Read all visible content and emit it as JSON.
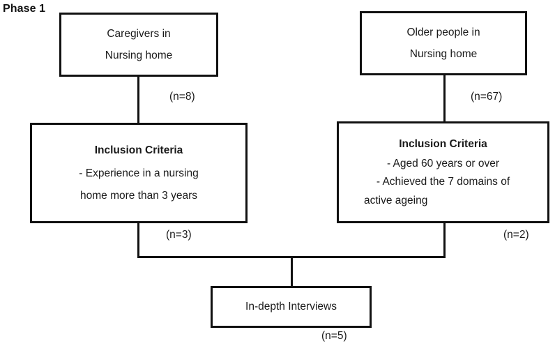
{
  "figure": {
    "phase_label": "Phase 1",
    "line_color": "#111111",
    "background": "#ffffff"
  },
  "nodes": {
    "caregivers": {
      "lines": [
        "Caregivers in",
        "Nursing home"
      ],
      "count": "(n=8)"
    },
    "older_people": {
      "lines": [
        "Older people in",
        "Nursing home"
      ],
      "count": "(n=67)"
    },
    "inclusion_left": {
      "title": "Inclusion Criteria",
      "criteria": [
        "- Experience in a nursing",
        "home more than 3 years"
      ],
      "count": "(n=3)"
    },
    "inclusion_right": {
      "title": "Inclusion Criteria",
      "criteria": [
        "- Aged 60 years or over",
        "- Achieved the 7 domains of",
        "active ageing"
      ],
      "count": "(n=2)"
    },
    "interviews": {
      "lines": [
        "In-depth Interviews"
      ],
      "count": "(n=5)"
    }
  }
}
